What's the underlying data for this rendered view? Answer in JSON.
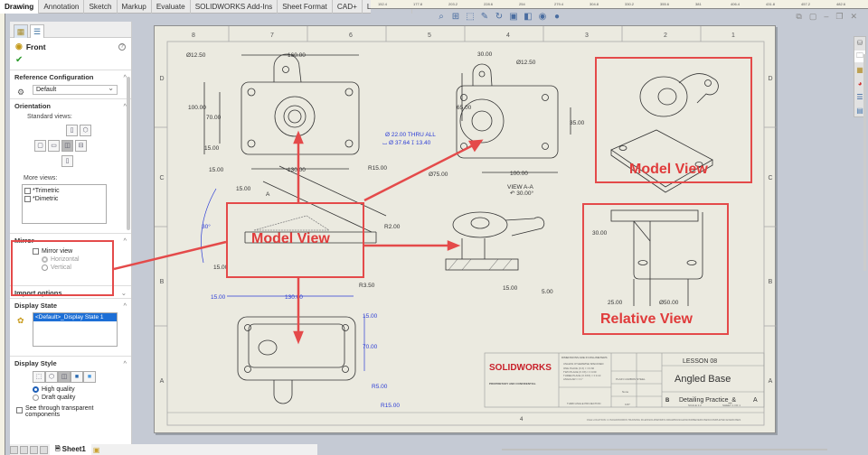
{
  "command_manager": {
    "tabs": [
      "Drawing",
      "Annotation",
      "Sketch",
      "Markup",
      "Evaluate",
      "SOLIDWORKS Add-Ins",
      "Sheet Format",
      "CAD+",
      "Line Format"
    ],
    "active_tab": "Drawing"
  },
  "ruler": {
    "top_ticks": [
      "152.4",
      "177.8",
      "203.2",
      "228.6",
      "254",
      "279.4",
      "304.8",
      "330.2",
      "355.6",
      "381",
      "406.4",
      "431.8",
      "457.2",
      "482.6"
    ]
  },
  "heads_up_toolbar": {
    "icons": [
      "zoom-to-fit-icon",
      "zoom-to-area-icon",
      "zoom-select-icon",
      "pan-icon",
      "rotate-icon",
      "view-settings-icon",
      "display-style-icon",
      "hide-show-icon",
      "appearance-icon"
    ]
  },
  "property_manager": {
    "title": "Front",
    "ok_icon": "checkmark-icon",
    "reference_configuration": {
      "title": "Reference Configuration",
      "value": "Default"
    },
    "orientation": {
      "title": "Orientation",
      "standard_views_label": "Standard views:",
      "more_views_label": "More views:",
      "more_views": [
        "*Trimetric",
        "*Dimetric"
      ]
    },
    "mirror": {
      "title": "Mirror",
      "mirror_view_label": "Mirror view",
      "options": [
        "Horizontal",
        "Vertical"
      ],
      "selected": "Horizontal"
    },
    "import_options": {
      "title": "Import options"
    },
    "display_state": {
      "title": "Display State",
      "selected": "<Default>_Display State 1"
    },
    "display_style": {
      "title": "Display Style",
      "quality_options": [
        "High quality",
        "Draft quality"
      ],
      "selected": "High quality",
      "see_through_label": "See through transparent components"
    }
  },
  "sheet_tabs": {
    "active": "Sheet1"
  },
  "drawing": {
    "zone_columns": [
      "8",
      "7",
      "6",
      "5",
      "4",
      "3",
      "2",
      "1"
    ],
    "zone_rows": [
      "D",
      "C",
      "B",
      "A"
    ],
    "front_view": {
      "dims": [
        "Ø12.50",
        "160.00",
        "100.00",
        "70.00",
        "15.00",
        "15.00",
        "130.00",
        "R15.00"
      ]
    },
    "view_aa": {
      "dims": [
        "30.00",
        "Ø12.50",
        "65.00",
        "35.00",
        "Ø75.00",
        "100.00"
      ],
      "hole_callout_line1": "Ø 22.00 THRU ALL",
      "hole_callout_line2": "⌴ Ø 37.64 ↧ 13.40",
      "label": "VIEW A-A",
      "rotation": "↶ 30.00°"
    },
    "auxiliary_view": {
      "dims": [
        "15.00",
        "30°",
        "R2.00",
        "15.00",
        "R3.50"
      ],
      "section_label": "A"
    },
    "top_view": {
      "dims": [
        "15.00",
        "130.00",
        "15.00",
        "70.00",
        "R5.00",
        "R15.00"
      ]
    },
    "section_view": {
      "dims": [
        "15.00",
        "5.00"
      ]
    },
    "relative_view": {
      "dims": [
        "30.00",
        "25.00",
        "Ø50.00"
      ]
    },
    "title_block": {
      "logo": "SOLIDWORKS",
      "dimensions_note": "DIMENSIONS ARE IN MILLIMETERS",
      "tolerances": [
        "UNLESS OTHERWISE SPECIFIED:",
        "TOLERANCES ARE:",
        "ONE PLACE (X.X) = ± 0.60",
        "TWO PLACE (X.XX) = ± 0.60",
        "THREE PLACE (X.XXX) = ± 0.10",
        "ANGULAR = ± 1°"
      ],
      "proprietary_title": "PROPRIETARY AND CONFIDENTIAL",
      "proprietary_text": "THE INFORMATION CONTAINED IN THIS DRAWING IS THE SOLE PROPERTY OF SOLIDWORKS CORP. ANY REPRODUCTION IN PART OR AS A WHOLE WITHOUT THE WRITTEN PERMISSION OF SOLIDWORKS CORP. IS PROHIBITED.",
      "projection": "THIRD ANGLE PROJECTION",
      "headers": [
        "ENGINEER",
        "DATE",
        "PROJECT",
        "DESCRIPTION",
        "MATERIAL",
        "FINISH",
        "WEIGHT(KG)",
        "SIZE",
        "DWG. NO.",
        "REV."
      ],
      "project": "LESSON 08",
      "description": "Angled Base",
      "material": "PLAIN CARBON STEEL",
      "finish": "None",
      "weight": "0.87",
      "size": "B",
      "dwg_no": "Detailing Practice_&",
      "rev": "A",
      "scale": "SCALE 1:2",
      "sheet": "SHEET 1 OF 1",
      "zone_bottom": "4",
      "file_location": "FILE LOCATION: C:\\SOLIDWORKS TRAINING FILES\\SOLIDWORKS DRAWINGS\\LESSON08\\EXERCISES\\COMPLETED EXERCISES"
    }
  },
  "callouts": {
    "model_view_1": "Model View",
    "model_view_2": "Model View",
    "relative_view": "Relative View",
    "color": "#e44a4a"
  },
  "task_pane_icons": [
    "solidworks-resources-icon",
    "design-library-icon",
    "file-explorer-icon",
    "appearances-icon",
    "custom-properties-icon",
    "view-palette-icon"
  ]
}
